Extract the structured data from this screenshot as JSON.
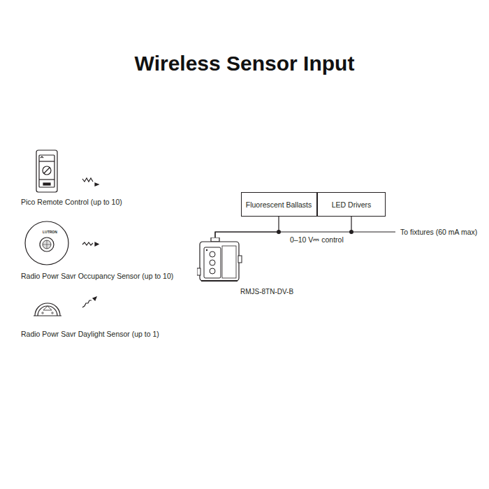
{
  "diagram": {
    "title": "Wireless Sensor Input",
    "nodes": [
      {
        "text": [
          "Fluorescent Ballasts"
        ]
      },
      {
        "text": [
          "LED Drivers"
        ]
      },
      {
        "text": [
          "RMJS-8TN-DV-B"
        ]
      }
    ],
    "edges": [
      {
        "from": 2,
        "to": 0,
        "arrow": "none"
      },
      {
        "from": 2,
        "to": 1,
        "arrow": "none"
      }
    ],
    "labels": [
      "Pico Remote Control (up to 10)",
      "LUTRON",
      "Radio Powr Savr Occupancy Sensor (up to 10)",
      "Radio Powr Savr Daylight Sensor (up to 1)",
      "0–10 V⎓ control",
      "To fixtures (60 mA max)"
    ]
  }
}
